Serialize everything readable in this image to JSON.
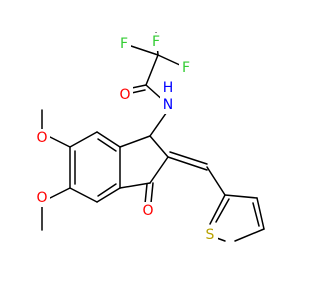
{
  "molecule": {
    "atoms": {
      "F1": "F",
      "F2": "F",
      "F3": "F",
      "O_amide": "O",
      "N_amide": "N",
      "H_amide": "H",
      "O_methoxy_upper": "O",
      "O_methoxy_lower": "O",
      "O_ketone": "O",
      "S_thiophene": "S"
    },
    "colors": {
      "bond": "#000000",
      "carbon": "#000000",
      "fluorine": "#33cc33",
      "oxygen": "#ff0000",
      "nitrogen": "#0000ff",
      "hydrogen": "#0000ff",
      "sulfur": "#b8a200"
    }
  }
}
